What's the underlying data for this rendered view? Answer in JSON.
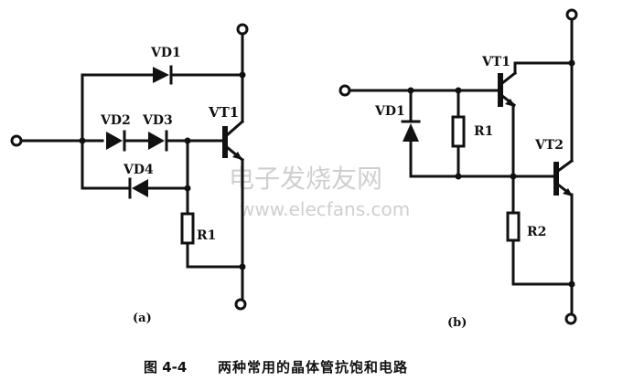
{
  "figure": {
    "caption_prefix": "图 4-4",
    "caption_text": "两种常用的晶体管抗饱和电路",
    "watermark_cn": "电子发烧友网",
    "watermark_url": "www.elecfans.com"
  },
  "circuit_a": {
    "sublabel": "(a)",
    "labels": {
      "vd1": "VD1",
      "vd2": "VD2",
      "vd3": "VD3",
      "vd4": "VD4",
      "vt1": "VT1",
      "r1": "R1"
    }
  },
  "circuit_b": {
    "sublabel": "(b)",
    "labels": {
      "vd1": "VD1",
      "vt1": "VT1",
      "vt2": "VT2",
      "r1": "R1",
      "r2": "R2"
    }
  },
  "colors": {
    "ink": "#111111",
    "background": "#ffffff",
    "watermark": "#cfcfcf"
  }
}
